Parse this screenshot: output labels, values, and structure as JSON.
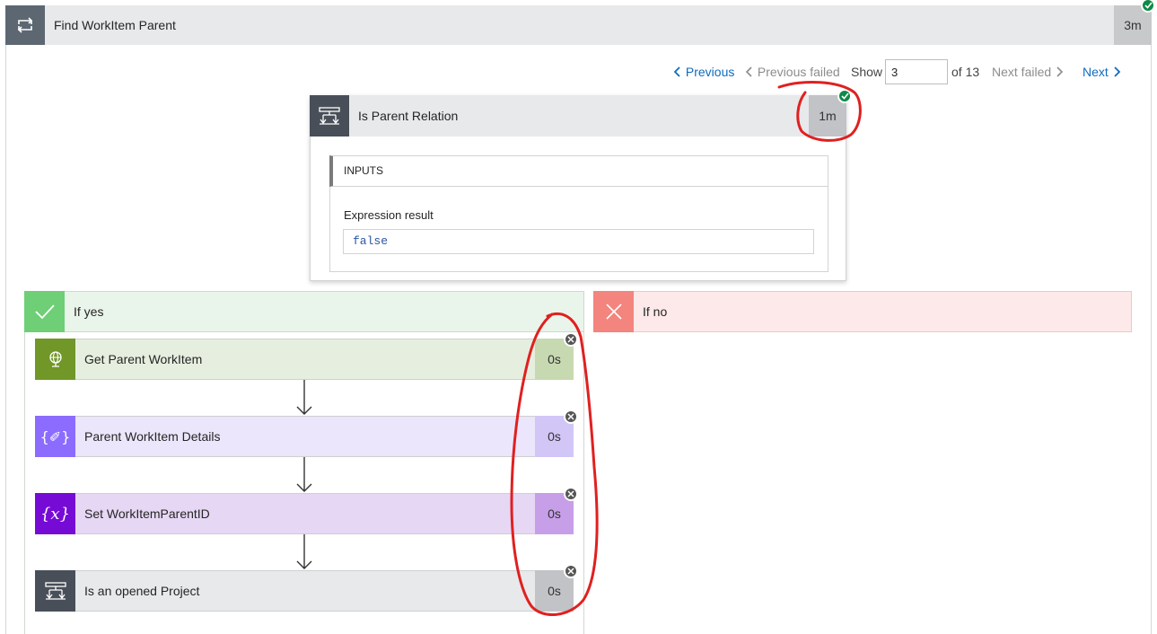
{
  "loop": {
    "title": "Find WorkItem Parent",
    "duration": "3m",
    "status": "succeeded"
  },
  "pager": {
    "previous": "Previous",
    "previous_failed": "Previous failed",
    "show": "Show",
    "current": "3",
    "of_total": "of 13",
    "next_failed": "Next failed",
    "next": "Next"
  },
  "condition": {
    "title": "Is Parent Relation",
    "duration": "1m",
    "status": "succeeded",
    "inputs_label": "INPUTS",
    "expression_label": "Expression result",
    "expression_value": "false"
  },
  "branches": {
    "yes": {
      "title": "If yes"
    },
    "no": {
      "title": "If no"
    }
  },
  "actions": [
    {
      "title": "Get Parent WorkItem",
      "duration": "0s",
      "icon": "globe-icon",
      "status": "skipped"
    },
    {
      "title": "Parent WorkItem Details",
      "duration": "0s",
      "icon": "compose-icon",
      "status": "skipped"
    },
    {
      "title": "Set WorkItemParentID",
      "duration": "0s",
      "icon": "variable-icon",
      "status": "skipped"
    },
    {
      "title": "Is an opened Project",
      "duration": "0s",
      "icon": "condition-icon",
      "status": "skipped"
    }
  ],
  "colors": {
    "accent_link": "#0f6cbd",
    "success": "#0f8a47",
    "yes_branch": "#6ecf76",
    "no_branch": "#f3847e",
    "annotation": "#e02020"
  }
}
